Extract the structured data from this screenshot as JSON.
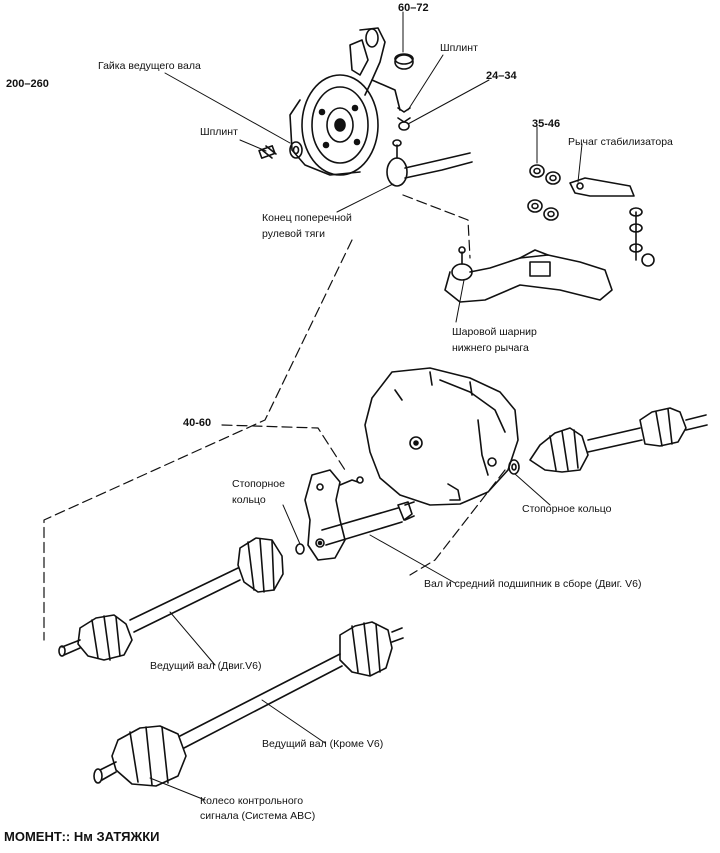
{
  "labels": {
    "torque_top": "60–72",
    "torque_nut": "200–260",
    "drive_nut": "Гайка ведущего вала",
    "cotter1": "Шплинт",
    "cotter2": "Шплинт",
    "torque_24": "24–34",
    "torque_35": "35-46",
    "stab_arm": "Рычаг стабилизатора",
    "tie_rod_1": "Конец поперечной",
    "tie_rod_2": "рулевой тяги",
    "ball_joint_1": "Шаровой шарнир",
    "ball_joint_2": "нижнего рычага",
    "torque_40": "40-60",
    "snap_ring_left_1": "Стопорное",
    "snap_ring_left_2": "кольцо",
    "snap_ring_right": "Стопорное кольцо",
    "shaft_bearing": "Вал и средний подшипник в сборе (Двиг. V6)",
    "drive_shaft_v6": "Ведущий вал (Двиг.V6)",
    "drive_shaft_other": "Ведущий вал (Кроме V6)",
    "abs_wheel_1": "Колесо контрольного",
    "abs_wheel_2": "сигнала (Система ABC)"
  },
  "footer": "МОМЕНТ:: Нм ЗАТЯЖКИ"
}
